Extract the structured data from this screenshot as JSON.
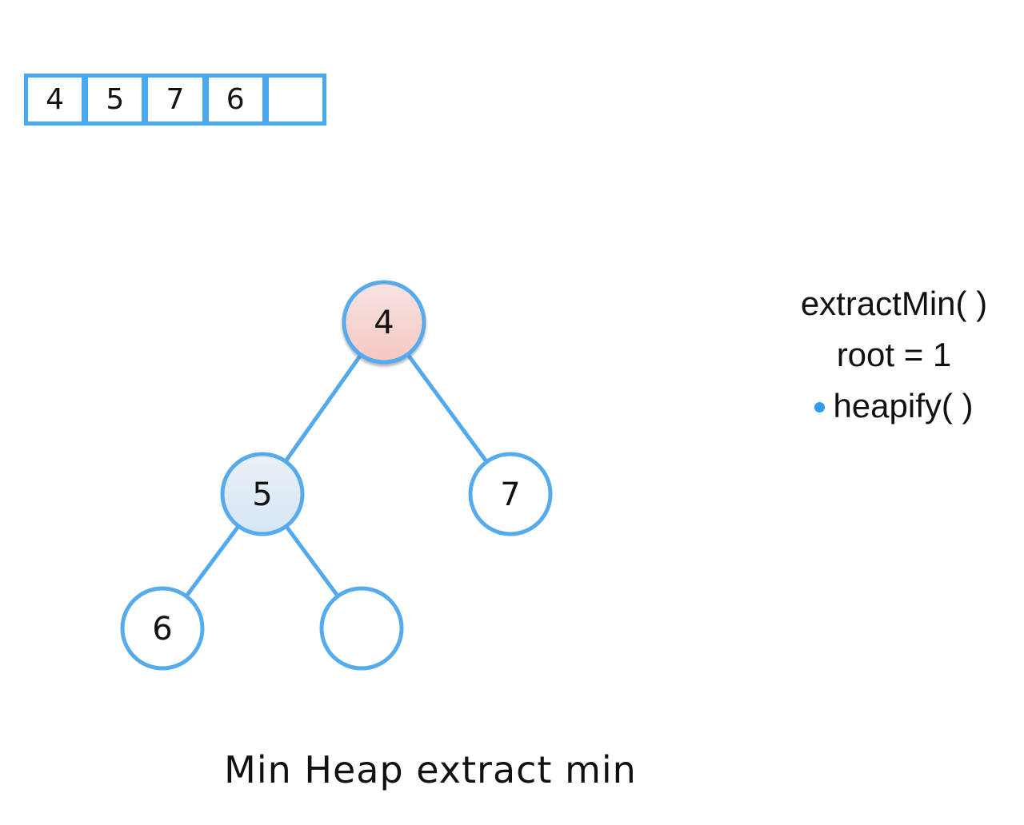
{
  "array": {
    "cells": [
      "4",
      "5",
      "7",
      "6",
      ""
    ]
  },
  "tree": {
    "nodes": [
      {
        "id": "root",
        "label": "4",
        "highlight": "pink"
      },
      {
        "id": "left-child",
        "label": "5",
        "highlight": "blue"
      },
      {
        "id": "right-child",
        "label": "7",
        "highlight": "none"
      },
      {
        "id": "left-left-child",
        "label": "6",
        "highlight": "none"
      },
      {
        "id": "left-right-child",
        "label": "",
        "highlight": "none"
      }
    ]
  },
  "side_notes": {
    "function_call": "extractMin( )",
    "root_assignment": "root = 1",
    "bullet_item": "heapify( )"
  },
  "caption": "Min Heap extract min",
  "colors": {
    "accent_blue": "#54a9ec",
    "bullet_blue": "#2e9cf0",
    "root_fill_top": "#f7e4e2",
    "root_fill_bottom": "#f5c7c2",
    "left_fill_top": "#eaf0f6",
    "left_fill_bottom": "#d5e6f4",
    "text_color": "#111111"
  }
}
